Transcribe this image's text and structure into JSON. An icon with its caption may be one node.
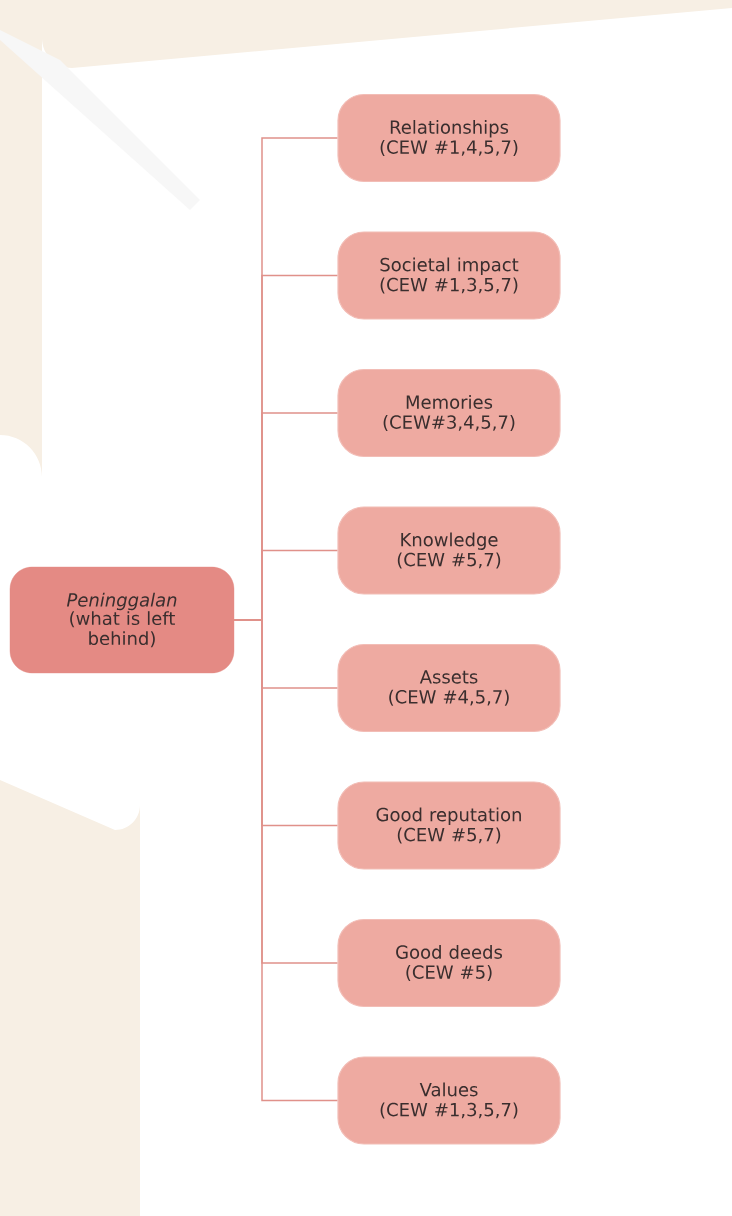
{
  "diagram": {
    "nodes": [
      {
        "text": [
          "Peninggalan",
          "(what is left behind)"
        ]
      },
      {
        "text": [
          "Relationships",
          "(CEW #1,4,5,7)"
        ]
      },
      {
        "text": [
          "Societal impact",
          "(CEW #1,3,5,7)"
        ]
      },
      {
        "text": [
          "Memories",
          "(CEW#3,4,5,7)"
        ]
      },
      {
        "text": [
          "Knowledge",
          "(CEW #5,7)"
        ]
      },
      {
        "text": [
          "Assets",
          "(CEW #4,5,7)"
        ]
      },
      {
        "text": [
          "Good reputation",
          "(CEW #5,7)"
        ]
      },
      {
        "text": [
          "Good deeds",
          "(CEW #5)"
        ]
      },
      {
        "text": [
          "Values",
          "(CEW #1,3,5,7)"
        ]
      }
    ],
    "edges": [
      {
        "from": 0,
        "to": 1,
        "arrow": "none"
      },
      {
        "from": 0,
        "to": 2,
        "arrow": "none"
      },
      {
        "from": 0,
        "to": 3,
        "arrow": "none"
      },
      {
        "from": 0,
        "to": 4,
        "arrow": "none"
      },
      {
        "from": 0,
        "to": 5,
        "arrow": "none"
      },
      {
        "from": 0,
        "to": 6,
        "arrow": "none"
      },
      {
        "from": 0,
        "to": 7,
        "arrow": "none"
      },
      {
        "from": 0,
        "to": 8,
        "arrow": "none"
      }
    ]
  }
}
